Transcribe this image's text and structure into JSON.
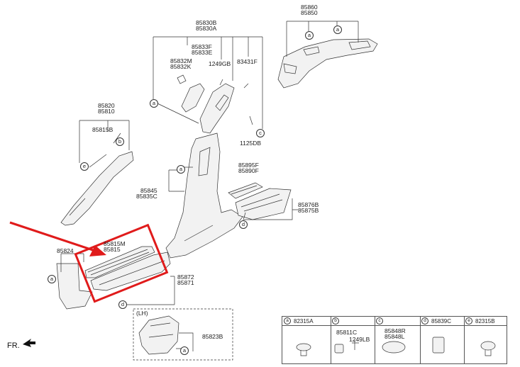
{
  "callouts": {
    "c_85860": "85860",
    "c_85850": "85850",
    "c_85830B": "85830B",
    "c_85830A": "85830A",
    "c_85833F": "85833F",
    "c_85833E": "85833E",
    "c_85832M": "85832M",
    "c_85832K": "85832K",
    "c_1249GB": "1249GB",
    "c_83431F": "83431F",
    "c_1125DB": "1125DB",
    "c_85820": "85820",
    "c_85810": "85810",
    "c_85815B": "85815B",
    "c_85845": "85845",
    "c_85835C": "85835C",
    "c_85895F": "85895F",
    "c_85890F": "85890F",
    "c_85876B": "85876B",
    "c_85875B": "85875B",
    "c_85815M": "85815M",
    "c_85815L": "85815",
    "c_85824": "85824",
    "c_85872": "85872",
    "c_85871": "85871",
    "c_85823B": "85823B",
    "lh": "(LH)",
    "fr": "FR."
  },
  "markers": {
    "a": "a",
    "b": "b",
    "c": "c",
    "d": "d",
    "e": "e"
  },
  "legend": {
    "a_num": "82315A",
    "b_num_1": "85811C",
    "b_num_2": "1249LB",
    "c_num_1": "85848R",
    "c_num_2": "85848L",
    "d_num": "85839C",
    "e_num": "82315B"
  },
  "colors": {
    "line": "#333333",
    "highlight": "#e01b1b",
    "part_fill": "#f2f2f2"
  }
}
